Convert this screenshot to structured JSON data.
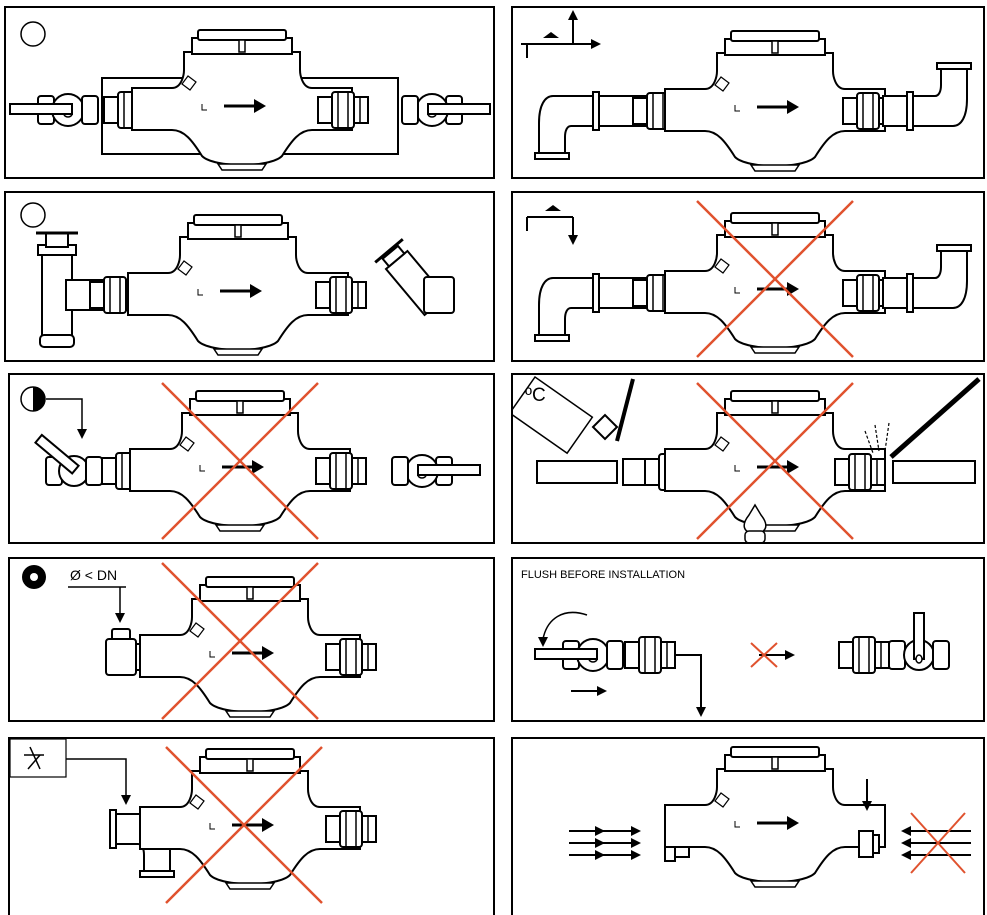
{
  "panels": {
    "temp_label": "ºC",
    "diameter_label": "Ø < DN",
    "flush_caption": "FLUSH BEFORE INSTALLATION"
  },
  "colors": {
    "line": "#000000",
    "forbidden_cross": "#e0522e",
    "background": "#ffffff"
  },
  "icons": [
    "empty-circle-icon",
    "half-filled-circle-icon",
    "ring-circle-icon",
    "tap-up-icon",
    "tap-down-icon",
    "soldering-iron-icon",
    "spark-icon",
    "flame-icon",
    "weld-symbol-icon",
    "flow-arrow-icon",
    "forbidden-cross-icon"
  ]
}
